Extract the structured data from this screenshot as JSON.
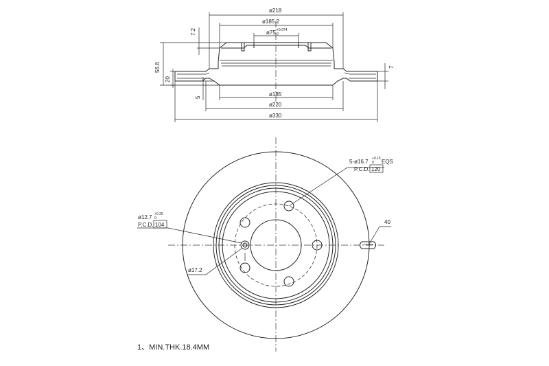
{
  "section_view": {
    "dims": {
      "d218": "ø218",
      "d185_2": "ø185.2",
      "d75": "ø75",
      "d75_tol_upper": "+0.074",
      "d75_tol_lower": "0",
      "d185": "ø185",
      "d220": "ø220",
      "d330": "ø330",
      "h7_2": "7.2",
      "h56_8": "56.8",
      "h20": "20",
      "h5": "5",
      "h7": "7"
    }
  },
  "plan_view": {
    "bolt_hole_callout": {
      "label": "5-ø16.7",
      "tol_upper": "+0.15",
      "tol_lower": "0",
      "position_tol": "EQS",
      "pcd_prefix": "P.C.D.",
      "pcd_value": "120"
    },
    "pin_hole_callout": {
      "label": "ø12.7",
      "tol_upper": "+0.25",
      "tol_lower": "0",
      "pcd_prefix": "P.C.D.",
      "pcd_value": "104"
    },
    "small_hole_label": "ø17.2",
    "slot_dim": "40"
  },
  "note": "1、MIN.THK.18.4MM"
}
